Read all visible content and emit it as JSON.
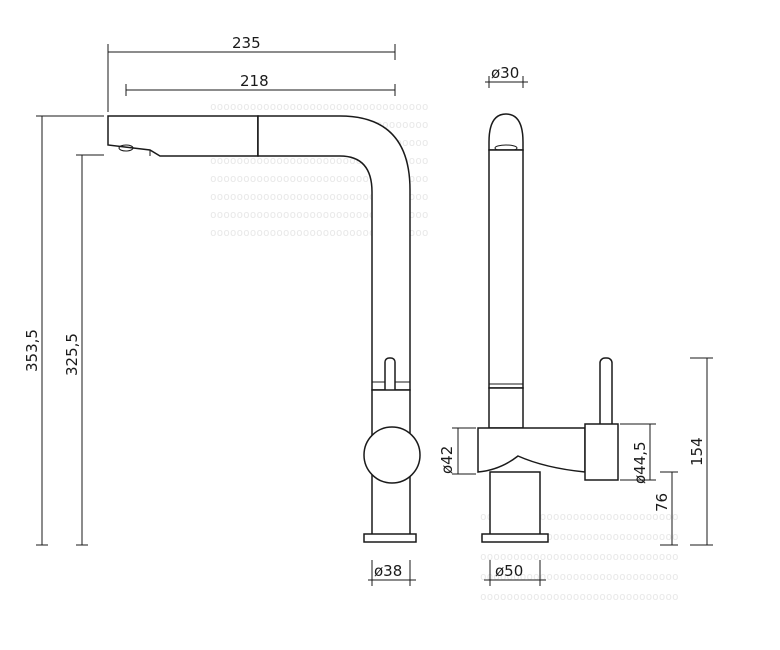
{
  "dimensions": {
    "width_total": "235",
    "width_spout": "218",
    "diameter_head": "ø30",
    "height_total": "353,5",
    "height_spout": "325,5",
    "diameter_body": "ø42",
    "diameter_side": "ø44,5",
    "height_lever": "154",
    "height_base": "76",
    "diameter_base_front": "ø38",
    "diameter_base_side": "ø50"
  },
  "colors": {
    "line": "#1a1a1a",
    "background": "#ffffff"
  }
}
